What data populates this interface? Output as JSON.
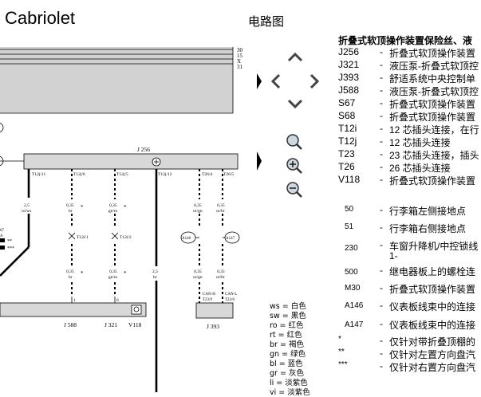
{
  "header": {
    "title": "Cabriolet",
    "diagram_label": "电路图"
  },
  "bus_labels": [
    "30",
    "15",
    "X",
    "31"
  ],
  "components": {
    "j256": "J 256",
    "j588": "J 588",
    "j321": "J 321",
    "v118": "V118",
    "j393": "J 393"
  },
  "connectors": {
    "top": [
      "T12j/11",
      "T12j/6",
      "T12j/5",
      "T12j/12",
      "T26/4",
      "T26/5"
    ],
    "bottom_j588": "1",
    "bottom_j321": "6"
  },
  "wires": [
    {
      "size": "2,5",
      "color": "ro/ws"
    },
    {
      "size": "0,35",
      "color": "br"
    },
    {
      "size": "0,35",
      "color": "ge/ro"
    },
    {
      "size": "2,5",
      "color": "br"
    },
    {
      "size": "0,35",
      "color": "or/gn"
    },
    {
      "size": "0,35",
      "color": "or/br"
    }
  ],
  "wires_lower": [
    {
      "size": "0,35",
      "color": "br"
    },
    {
      "size": "0,35",
      "color": "ge/ro"
    },
    {
      "size": "2,5",
      "color": "br"
    },
    {
      "size": "0,35",
      "color": "or/gn"
    },
    {
      "size": "0,35",
      "color": "or/br"
    }
  ],
  "mid_connectors": [
    "T12i/1",
    "T12i/2"
  ],
  "splices": [
    "A146",
    "A147"
  ],
  "can": {
    "left_label": "CAN-H",
    "left_pin": "T23/9",
    "right_label": "CAN-L",
    "right_pin": "T23/6"
  },
  "left_fragments": {
    "wire1": "2,5",
    "wire2": "ro/ws",
    "f1": "67",
    "f2": "A",
    "f3": "**",
    "f4": "***"
  },
  "marks": {
    "star": "*"
  },
  "legend": {
    "heading": "折叠式软顶操作装置保险丝、液",
    "items": [
      {
        "code": "J256",
        "desc": "折叠式软顶操作装置"
      },
      {
        "code": "J321",
        "desc": "液压泵-折叠式软顶控"
      },
      {
        "code": "J393",
        "desc": "舒适系统中央控制单"
      },
      {
        "code": "J588",
        "desc": "液压泵-折叠式软顶控"
      },
      {
        "code": "S67",
        "desc": "折叠式软顶操作装置"
      },
      {
        "code": "S68",
        "desc": "折叠式软顶操作装置"
      },
      {
        "code": "T12i",
        "desc": "12 芯插头连接，在行"
      },
      {
        "code": "T12j",
        "desc": "12 芯插头连接"
      },
      {
        "code": "T23",
        "desc": "23 芯插头连接，插头"
      },
      {
        "code": "T26",
        "desc": "26 芯插头连接"
      },
      {
        "code": "V118",
        "desc": "折叠式软顶操作装置"
      }
    ],
    "items2": [
      {
        "code": "50",
        "desc": "行李箱左侧接地点"
      },
      {
        "code": "51",
        "desc": "行李箱右侧接地点"
      },
      {
        "code": "230",
        "desc": "车窗升降机/中控锁线",
        "desc2": "1-"
      },
      {
        "code": "500",
        "desc": "继电器板上的螺栓连"
      },
      {
        "code": "M30",
        "desc": "折叠式软顶操作装置"
      },
      {
        "code": "A146",
        "desc": "仪表板线束中的连接"
      },
      {
        "code": "A147",
        "desc": "仪表板线束中的连接"
      },
      {
        "code": "*",
        "desc": "仅针对带折叠顶棚的"
      },
      {
        "code": "**",
        "desc": "仅针对左置方向盘汽"
      },
      {
        "code": "***",
        "desc": "仅针对右置方向盘汽"
      }
    ]
  },
  "color_codes": [
    {
      "abbr": "ws",
      "name": "白色"
    },
    {
      "abbr": "sw",
      "name": "黑色"
    },
    {
      "abbr": "ro",
      "name": "红色"
    },
    {
      "abbr": "rt",
      "name": "红色"
    },
    {
      "abbr": "br",
      "name": "褐色"
    },
    {
      "abbr": "gn",
      "name": "绿色"
    },
    {
      "abbr": "bl",
      "name": "蓝色"
    },
    {
      "abbr": "gr",
      "name": "灰色"
    },
    {
      "abbr": "li",
      "name": "淡紫色"
    },
    {
      "abbr": "vi",
      "name": "淡紫色"
    }
  ]
}
